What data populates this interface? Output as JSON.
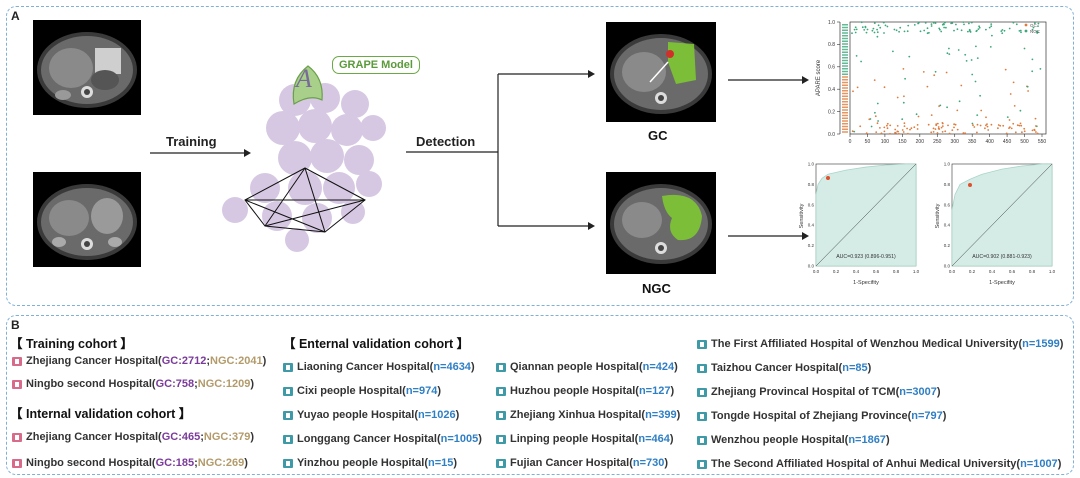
{
  "panel_a": {
    "label": "A",
    "training_label": "Training",
    "detection_label": "Detection",
    "model_label": "GRAPE Model",
    "model_letter": "A",
    "gc_label": "GC",
    "ngc_label": "NGC",
    "scatter": {
      "ylabel": "APARE score",
      "yticks": [
        "0.0",
        "0.2",
        "0.4",
        "0.6",
        "0.8",
        "1.0"
      ],
      "xticks": [
        "0",
        "50",
        "100",
        "150",
        "200",
        "250",
        "300",
        "350",
        "400",
        "450",
        "500",
        "550"
      ],
      "legend": [
        "GC",
        "NGC"
      ],
      "colors": {
        "gc": "#e07a3a",
        "ngc": "#3aa87a"
      }
    },
    "roc_left": {
      "xlabel": "1-Specifity",
      "ylabel": "Sensitivity",
      "auc_text": "AUC=0.923 (0.896-0.951)",
      "ticks": [
        "0.0",
        "0.2",
        "0.4",
        "0.6",
        "0.8",
        "1.0"
      ]
    },
    "roc_right": {
      "xlabel": "1-Specifity",
      "ylabel": "Sensitivity",
      "auc_text": "AUC=0.902 (0.881-0.923)",
      "ticks": [
        "0.0",
        "0.2",
        "0.4",
        "0.6",
        "0.8",
        "1.0"
      ]
    }
  },
  "panel_b": {
    "label": "B",
    "training_title": "【 Training cohort 】",
    "training": [
      {
        "name": "Zhejiang Cancer Hospital ",
        "open": "(",
        "gc": "GC:2712",
        "sep": "; ",
        "ngc": "NGC:2041",
        "close": ")"
      },
      {
        "name": "Ningbo second Hospital ",
        "open": "(",
        "gc": "GC:758",
        "sep": "; ",
        "ngc": "NGC:1209",
        "close": ")"
      }
    ],
    "internal_title": "【 Internal validation cohort 】",
    "internal": [
      {
        "name": "Zhejiang Cancer Hospital ",
        "open": "(",
        "gc": "GC:465",
        "sep": "; ",
        "ngc": "NGC:379",
        "close": ")"
      },
      {
        "name": "Ningbo second Hospital ",
        "open": "(",
        "gc": "GC:185",
        "sep": "; ",
        "ngc": "NGC:269",
        "close": ")"
      }
    ],
    "external_title": "【 Enternal validation cohort 】",
    "external_col1": [
      {
        "name": "Liaoning Cancer Hospital ",
        "n": "n=4634"
      },
      {
        "name": "Cixi people Hospital ",
        "n": "n=974"
      },
      {
        "name": "Yuyao people Hospital ",
        "n": "n=1026"
      },
      {
        "name": "Longgang Cancer Hospital ",
        "n": "n=1005"
      },
      {
        "name": "Yinzhou people Hospital ",
        "n": "n=15"
      }
    ],
    "external_col2": [
      {
        "name": "Qiannan people Hospital ",
        "n": "n=424"
      },
      {
        "name": "Huzhou people Hospital ",
        "n": "n=127"
      },
      {
        "name": "Zhejiang Xinhua Hospital ",
        "n": "n=399"
      },
      {
        "name": "Linping people Hospital ",
        "n": "n=464"
      },
      {
        "name": "Fujian Cancer Hospital ",
        "n": "n=730"
      }
    ],
    "external_col3": [
      {
        "name": "The First Affiliated Hospital of Wenzhou Medical University ",
        "n": "n=1599"
      },
      {
        "name": "Taizhou Cancer Hospital ",
        "n": "n=85"
      },
      {
        "name": "Zhejiang Provincal Hospital of TCM ",
        "n": "n=3007"
      },
      {
        "name": "Tongde Hospital of Zhejiang Province ",
        "n": "n=797"
      },
      {
        "name": "Wenzhou people Hospital ",
        "n": "n=1867"
      },
      {
        "name": "The Second Affiliated Hospital of Anhui Medical University ",
        "n": "n=1007"
      }
    ]
  }
}
